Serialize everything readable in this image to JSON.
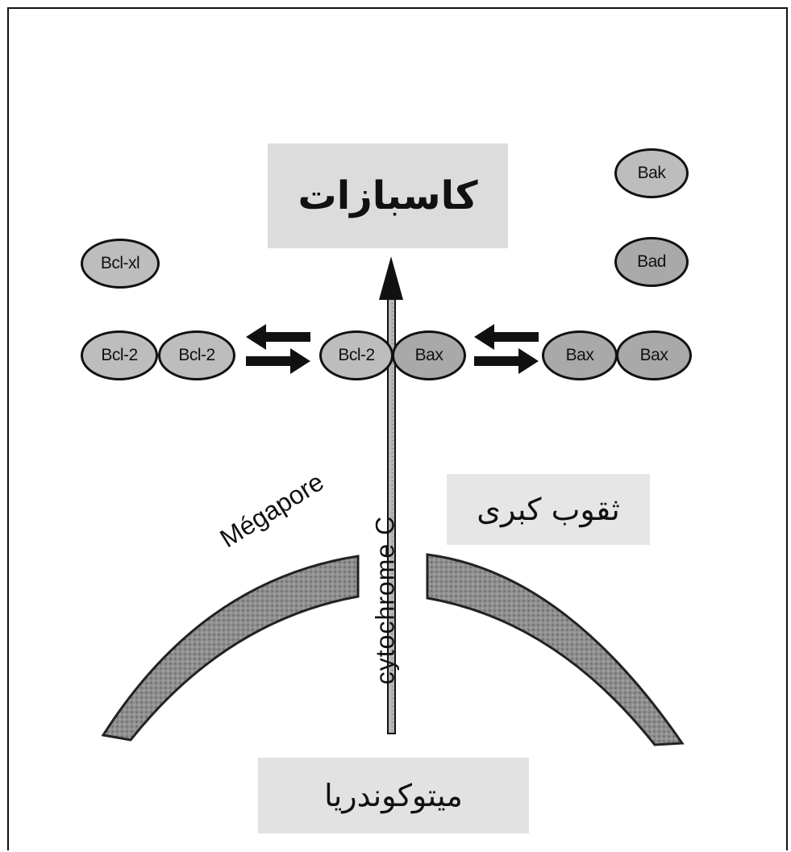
{
  "boxes": {
    "caspases": "كاسبازات",
    "megapores_ar": "ثقوب كبرى",
    "mitochondria": "ميتوكوندريا"
  },
  "labels": {
    "megapore": "Mégapore",
    "cytochrome": "cytochrome C"
  },
  "molecules": {
    "bcl_xl": "Bcl-xl",
    "bcl2_left_1": "Bcl-2",
    "bcl2_left_2": "Bcl-2",
    "bcl2_center": "Bcl-2",
    "bax_center": "Bax",
    "bax_right_1": "Bax",
    "bax_right_2": "Bax",
    "bak": "Bak",
    "bad": "Bad"
  },
  "colors": {
    "box_fill": "#dcdcdc",
    "oval_fill": "#bdbdbd",
    "membrane_fill": "#8a8a8a",
    "ink": "#111111"
  }
}
